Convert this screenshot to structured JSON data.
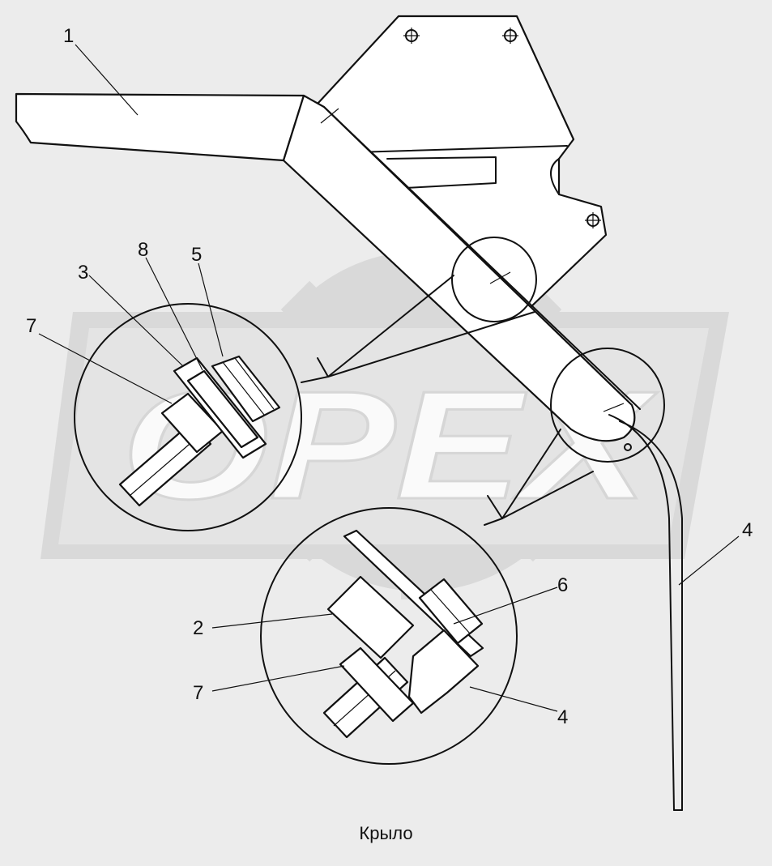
{
  "caption": "Крыло",
  "watermark": {
    "text": "OPEX"
  },
  "callouts": {
    "c1": "1",
    "c2": "2",
    "c3": "3",
    "c4_top": "4",
    "c4_bottom": "4",
    "c5": "5",
    "c6": "6",
    "c7_top": "7",
    "c7_bottom": "7",
    "c8": "8"
  },
  "colors": {
    "background": "#ececec",
    "line": "#111111",
    "watermark": "#d9d9d9"
  }
}
